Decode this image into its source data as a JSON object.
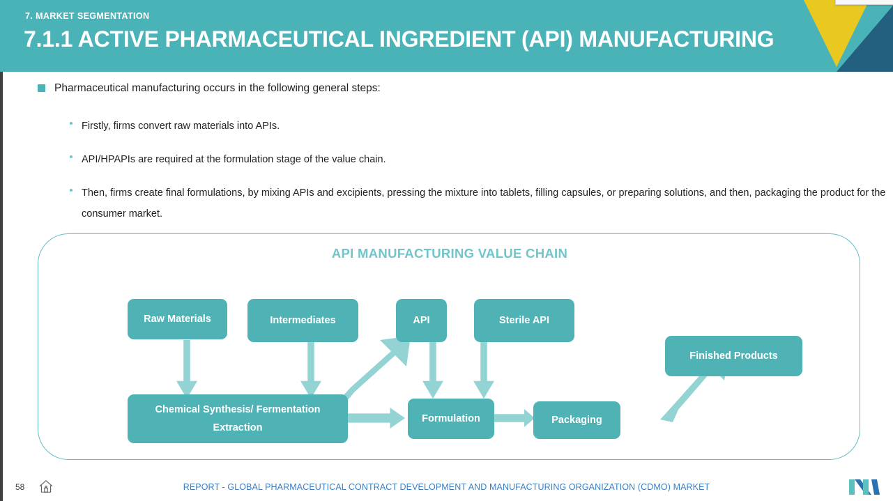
{
  "slide": {
    "eyebrow": "7. MARKET SEGMENTATION",
    "headline": "7.1.1 ACTIVE PHARMACEUTICAL INGREDIENT (API) MANUFACTURING",
    "header_bg": "#4ab3b8",
    "accent_yellow": "#e9c81f",
    "accent_navy": "#23607f"
  },
  "body": {
    "main_bullet": "Pharmaceutical manufacturing occurs in the following general steps:",
    "sub_bullets": [
      "Firstly, firms convert raw materials into APIs.",
      "API/HPAPIs are required at the formulation stage of the value chain.",
      "Then, firms create final formulations, by mixing APIs and excipients, pressing the mixture into tablets, filling capsules, or preparing solutions, and then, packaging the product for the consumer market."
    ]
  },
  "diagram": {
    "title": "API MANUFACTURING VALUE CHAIN",
    "box_color": "#4fb3b5",
    "arrow_color": "#93d3d4",
    "border_color": "#62bec2",
    "nodes": [
      {
        "id": "raw-materials",
        "label": "Raw Materials"
      },
      {
        "id": "intermediates",
        "label": "Intermediates"
      },
      {
        "id": "api",
        "label": "API"
      },
      {
        "id": "sterile-api",
        "label": "Sterile API"
      },
      {
        "id": "finished-products",
        "label": "Finished Products"
      },
      {
        "id": "chemical-synthesis",
        "label_line1": "Chemical Synthesis/ Fermentation",
        "label_line2": "Extraction"
      },
      {
        "id": "formulation",
        "label": "Formulation"
      },
      {
        "id": "packaging",
        "label": "Packaging"
      }
    ],
    "edges": [
      {
        "from": "raw-materials",
        "to": "chemical-synthesis",
        "direction": "down"
      },
      {
        "from": "intermediates",
        "to": "chemical-synthesis",
        "direction": "down"
      },
      {
        "from": "chemical-synthesis",
        "to": "api",
        "direction": "diagonal-up-right"
      },
      {
        "from": "api",
        "to": "formulation",
        "direction": "down"
      },
      {
        "from": "sterile-api",
        "to": "formulation",
        "direction": "down"
      },
      {
        "from": "chemical-synthesis",
        "to": "formulation",
        "direction": "right"
      },
      {
        "from": "formulation",
        "to": "packaging",
        "direction": "right"
      },
      {
        "from": "packaging",
        "to": "finished-products",
        "direction": "diagonal-up-right"
      }
    ]
  },
  "footer": {
    "page_number": "58",
    "text": "REPORT - GLOBAL PHARMACEUTICAL CONTRACT DEVELOPMENT AND MANUFACTURING ORGANIZATION (CDMO) MARKET",
    "text_color": "#3d7fc1"
  }
}
